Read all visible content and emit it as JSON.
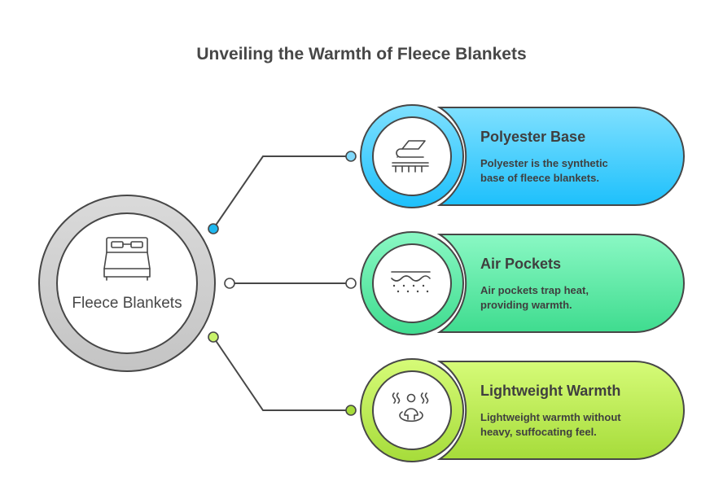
{
  "title": "Unveiling the Warmth of Fleece Blankets",
  "center": {
    "label": "Fleece Blankets",
    "icon": "bed-icon",
    "color": "#cfcfcf"
  },
  "items": [
    {
      "title": "Polyester Base",
      "desc_lines": [
        "Polyester is the synthetic",
        "base of fleece blankets."
      ],
      "icon": "fabric-roll-icon",
      "color_top": "#7fe0ff",
      "color_bottom": "#1ec0fb",
      "dot_color": "#1eb8f0"
    },
    {
      "title": "Air Pockets",
      "desc_lines": [
        "Air pockets trap heat,",
        "providing warmth."
      ],
      "icon": "air-layer-icon",
      "color_top": "#8af8c4",
      "color_bottom": "#3fdc8f",
      "dot_color": "#ffffff"
    },
    {
      "title": "Lightweight Warmth",
      "desc_lines": [
        "Lightweight warmth without",
        "heavy, suffocating feel."
      ],
      "icon": "person-heat-icon",
      "color_top": "#d6fb78",
      "color_bottom": "#a6dc3a",
      "dot_color": "#c8f26a"
    }
  ]
}
